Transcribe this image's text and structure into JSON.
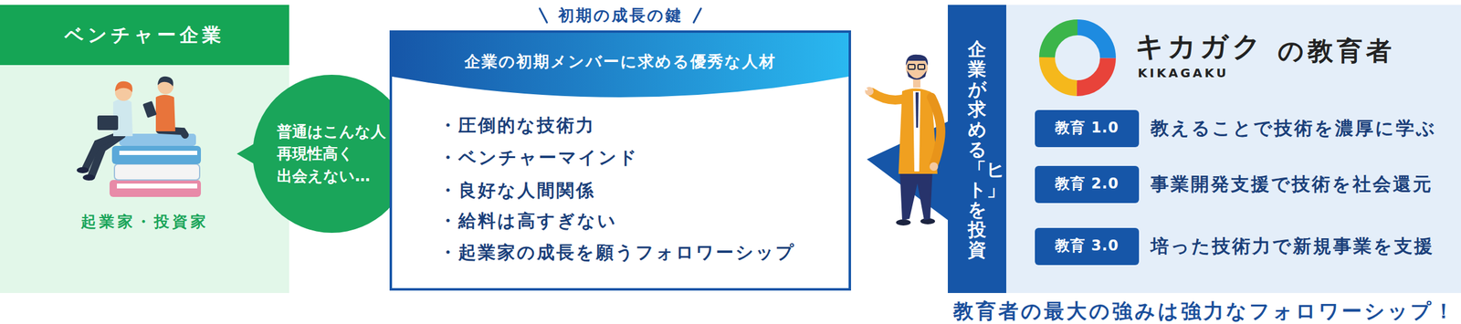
{
  "diagram": {
    "caption": "教育者の最大の強みは強力なフォロワーシップ！",
    "nodes": [
      {
        "text": [
          "ベンチャー企業",
          "起業家・投資家"
        ]
      },
      {
        "text": [
          "普通はこんな人 再現性高く 出会えない…"
        ]
      },
      {
        "text": [
          "初期の成長の鍵",
          "・圧倒的な技術力",
          "・ベンチャーマインド",
          "・良好な人間関係",
          "・給料は高すぎない",
          "・起業家の成長を願うフォロワーシップ"
        ]
      },
      {
        "text": [
          "企業の初期メンバーに求める優秀な人材"
        ],
        "in": 2
      },
      {
        "text": [
          "企業が求める「ヒト」を投資"
        ]
      },
      {
        "text": [
          "キカガク",
          "KIKAGAKU",
          "の教育者",
          "教えることで技術を濃厚に学ぶ",
          "事業開発支援で技術を社会還元",
          "培った技術力で新規事業を支援"
        ]
      },
      {
        "text": [
          "教育 1.0"
        ],
        "in": 5
      },
      {
        "text": [
          "教育 2.0"
        ],
        "in": 5
      },
      {
        "text": [
          "教育 3.0"
        ],
        "in": 5
      }
    ]
  }
}
